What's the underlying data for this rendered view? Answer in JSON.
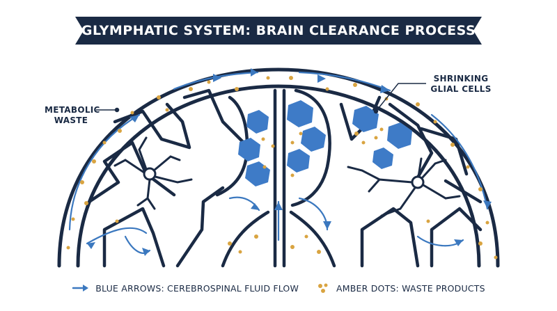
{
  "title": "GLYMPHATIC SYSTEM: BRAIN CLEARANCE PROCESS",
  "callouts": {
    "metabolic_waste": [
      "METABOLIC",
      "WASTE"
    ],
    "shrinking_glial_cells": [
      "SHRINKING",
      "GLIAL CELLS"
    ]
  },
  "legend": {
    "fluid_flow": "BLUE ARROWS: CEREBROSPINAL FLUID FLOW",
    "waste_products": "AMBER DOTS: WASTE PRODUCTS"
  },
  "colors": {
    "navy": "#1a2a44",
    "fluid_blue": "#3b78bf",
    "cell_blue": "#3e7bc7",
    "waste_amber": "#d9a441"
  },
  "icons": [
    "arrow-icon",
    "amber-dots-icon"
  ]
}
